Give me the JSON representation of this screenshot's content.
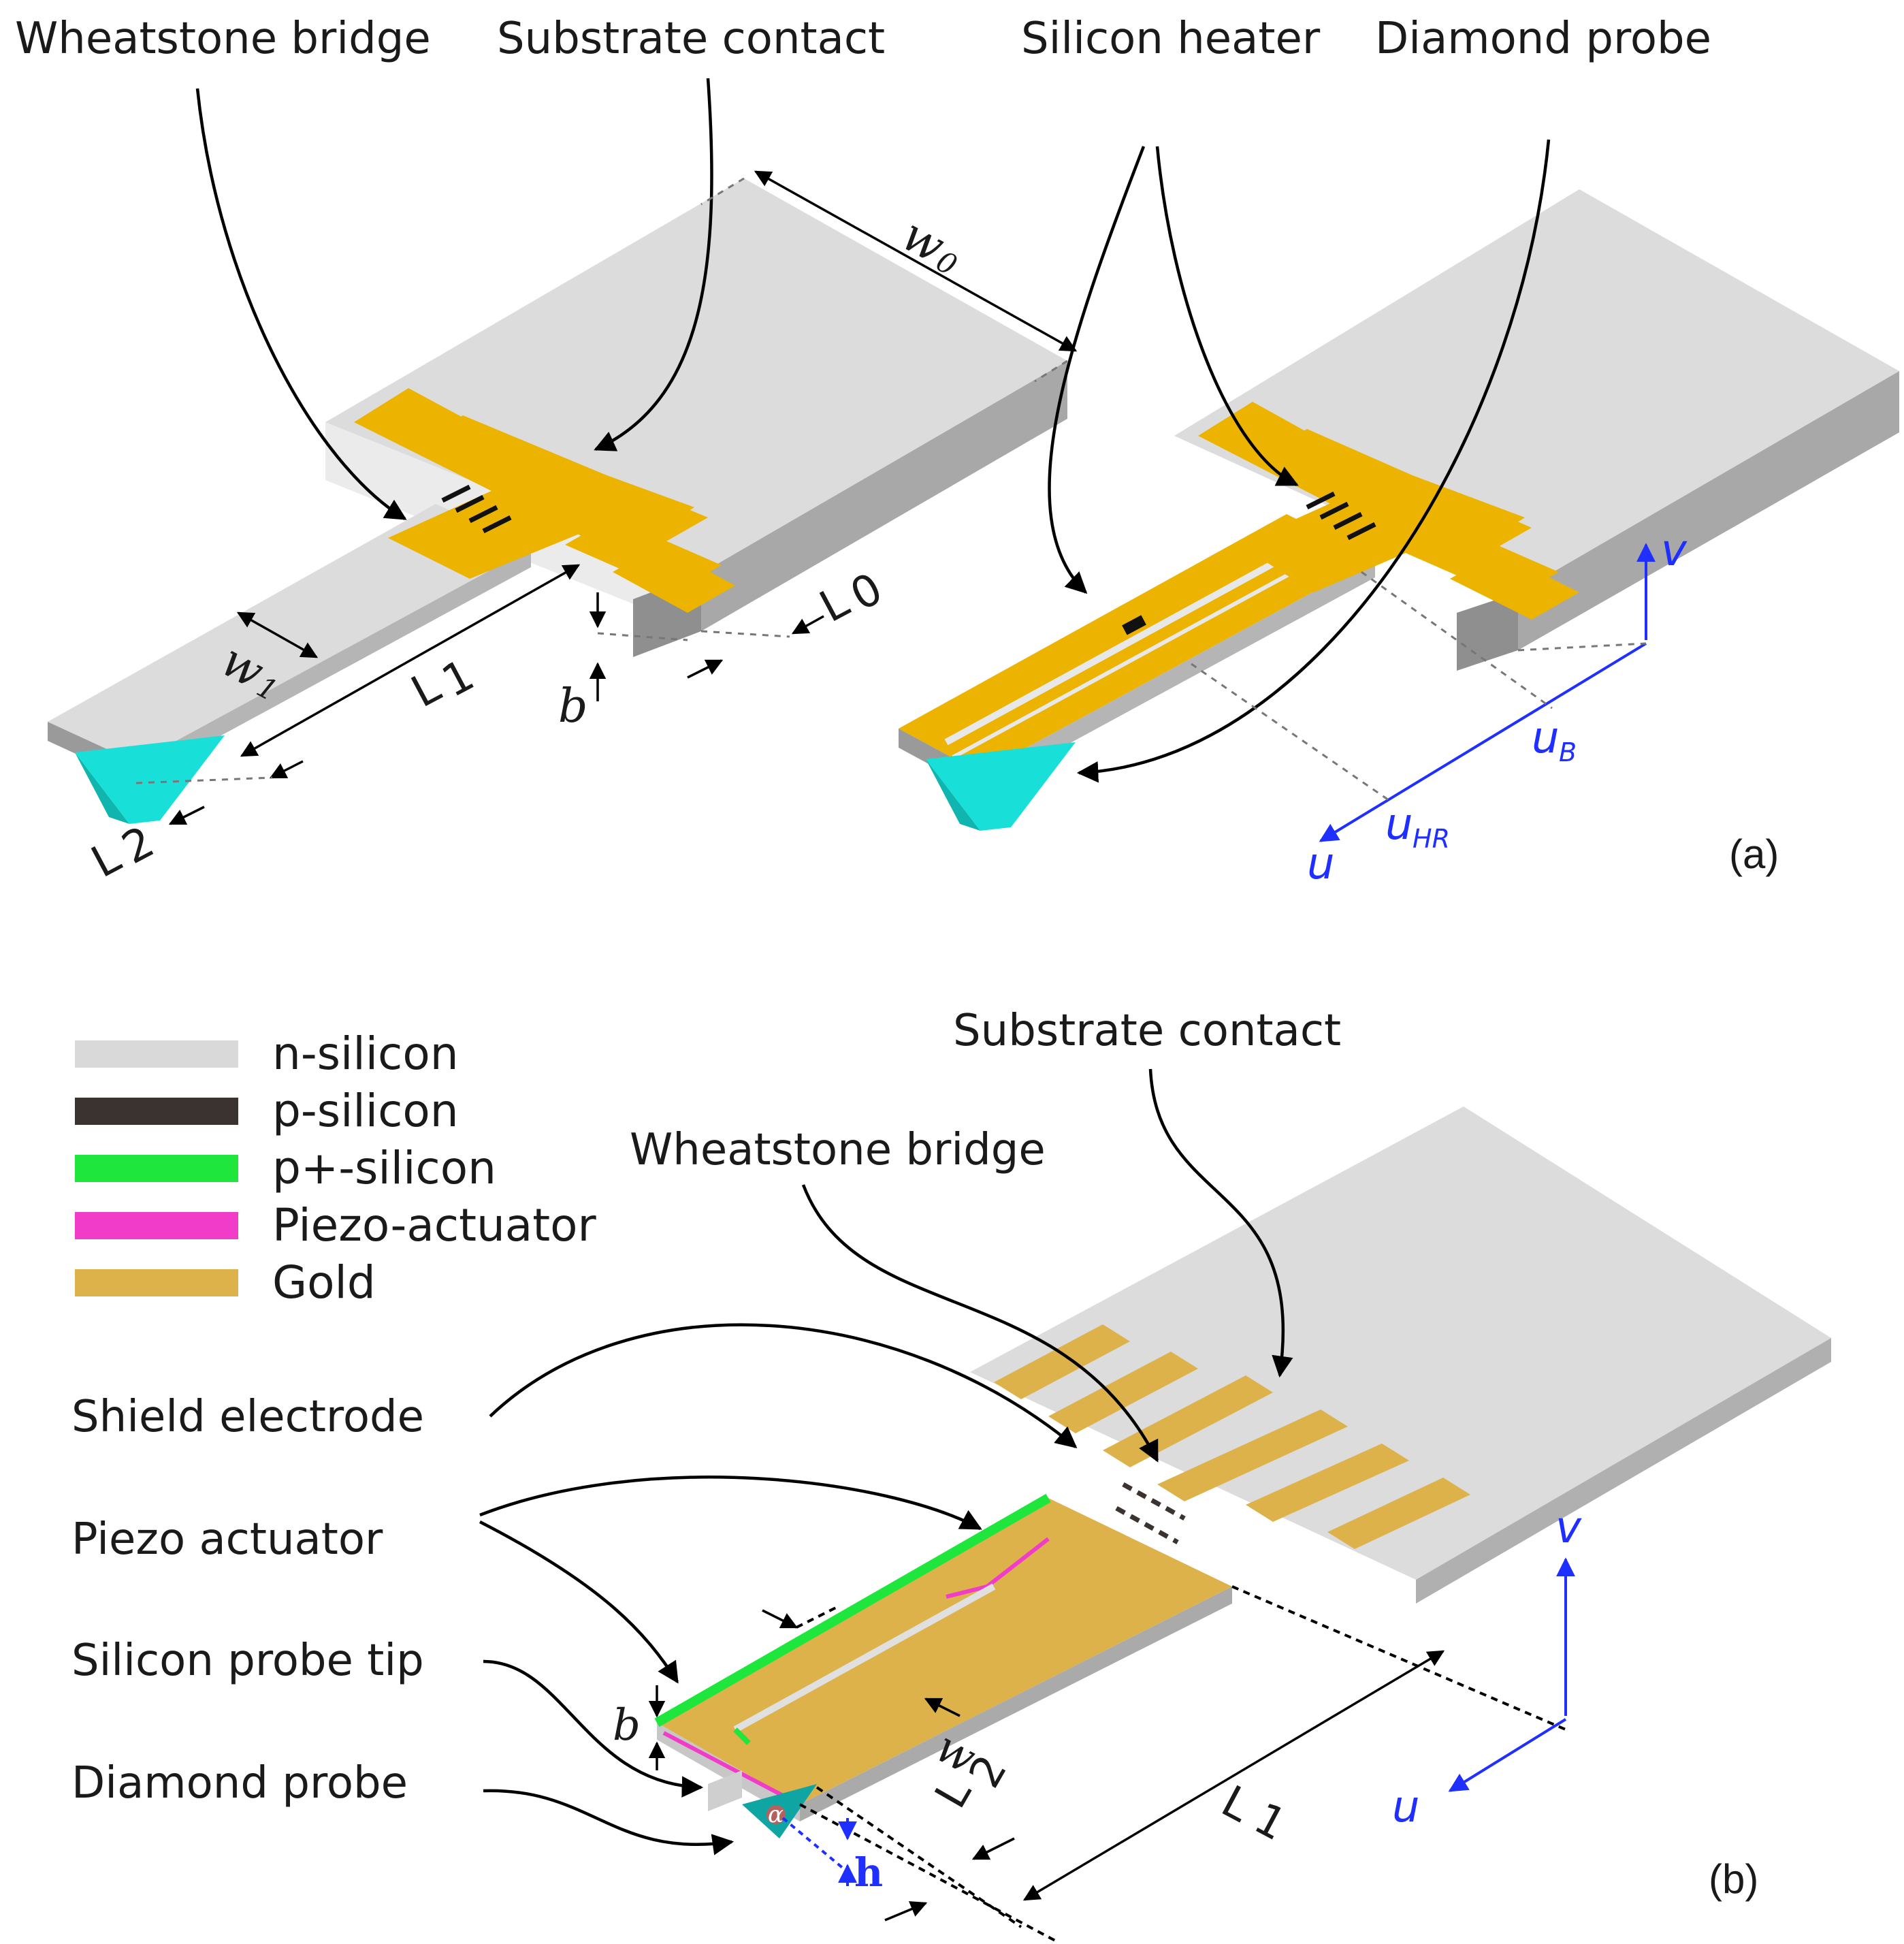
{
  "panel_a": {
    "tag": "(a)",
    "callouts": {
      "wheatstone_bridge": "Wheatstone bridge",
      "substrate_contact": "Substrate contact",
      "silicon_heater": "Silicon heater",
      "diamond_probe": "Diamond probe"
    },
    "dimensions": {
      "w0": "w",
      "w0_sub": "0",
      "w1": "w",
      "w1_sub": "1",
      "L0": "L",
      "L0_sub": "0",
      "L1": "L",
      "L1_sub": "1",
      "L2": "L",
      "L2_sub": "2",
      "b": "b"
    },
    "axes": {
      "v": "v",
      "u": "u",
      "uB": "u",
      "uB_sub": "B",
      "uHR": "u",
      "uHR_sub": "HR"
    }
  },
  "panel_b": {
    "tag": "(b)",
    "legend": [
      {
        "label": "n-silicon",
        "color": "#d9d9d9"
      },
      {
        "label": "p-silicon",
        "color": "#3b3330"
      },
      {
        "label": "p+-silicon",
        "color": "#1ee63c"
      },
      {
        "label": "Piezo-actuator",
        "color": "#f03cc8"
      },
      {
        "label": "Gold",
        "color": "#ddb24a"
      }
    ],
    "callouts": {
      "substrate_contact": "Substrate contact",
      "wheatstone_bridge": "Wheatstone bridge",
      "shield_electrode": "Shield electrode",
      "piezo_actuator": "Piezo actuator",
      "silicon_probe_tip": "Silicon probe tip",
      "diamond_probe": "Diamond probe"
    },
    "dimensions": {
      "b": "b",
      "w": "w",
      "L1": "L",
      "L1_sub": "1",
      "L2": "L",
      "L2_sub": "2",
      "h": "h",
      "alpha": "α"
    },
    "axes": {
      "v": "v",
      "u": "u"
    }
  },
  "colors": {
    "gold_a": "#ecb400",
    "gold_b": "#ddb24a",
    "silicon_top": "#dcdcdc",
    "silicon_side": "#a8a8a8",
    "diamond": "#18e0d8",
    "axis_blue": "#1f2fff"
  }
}
